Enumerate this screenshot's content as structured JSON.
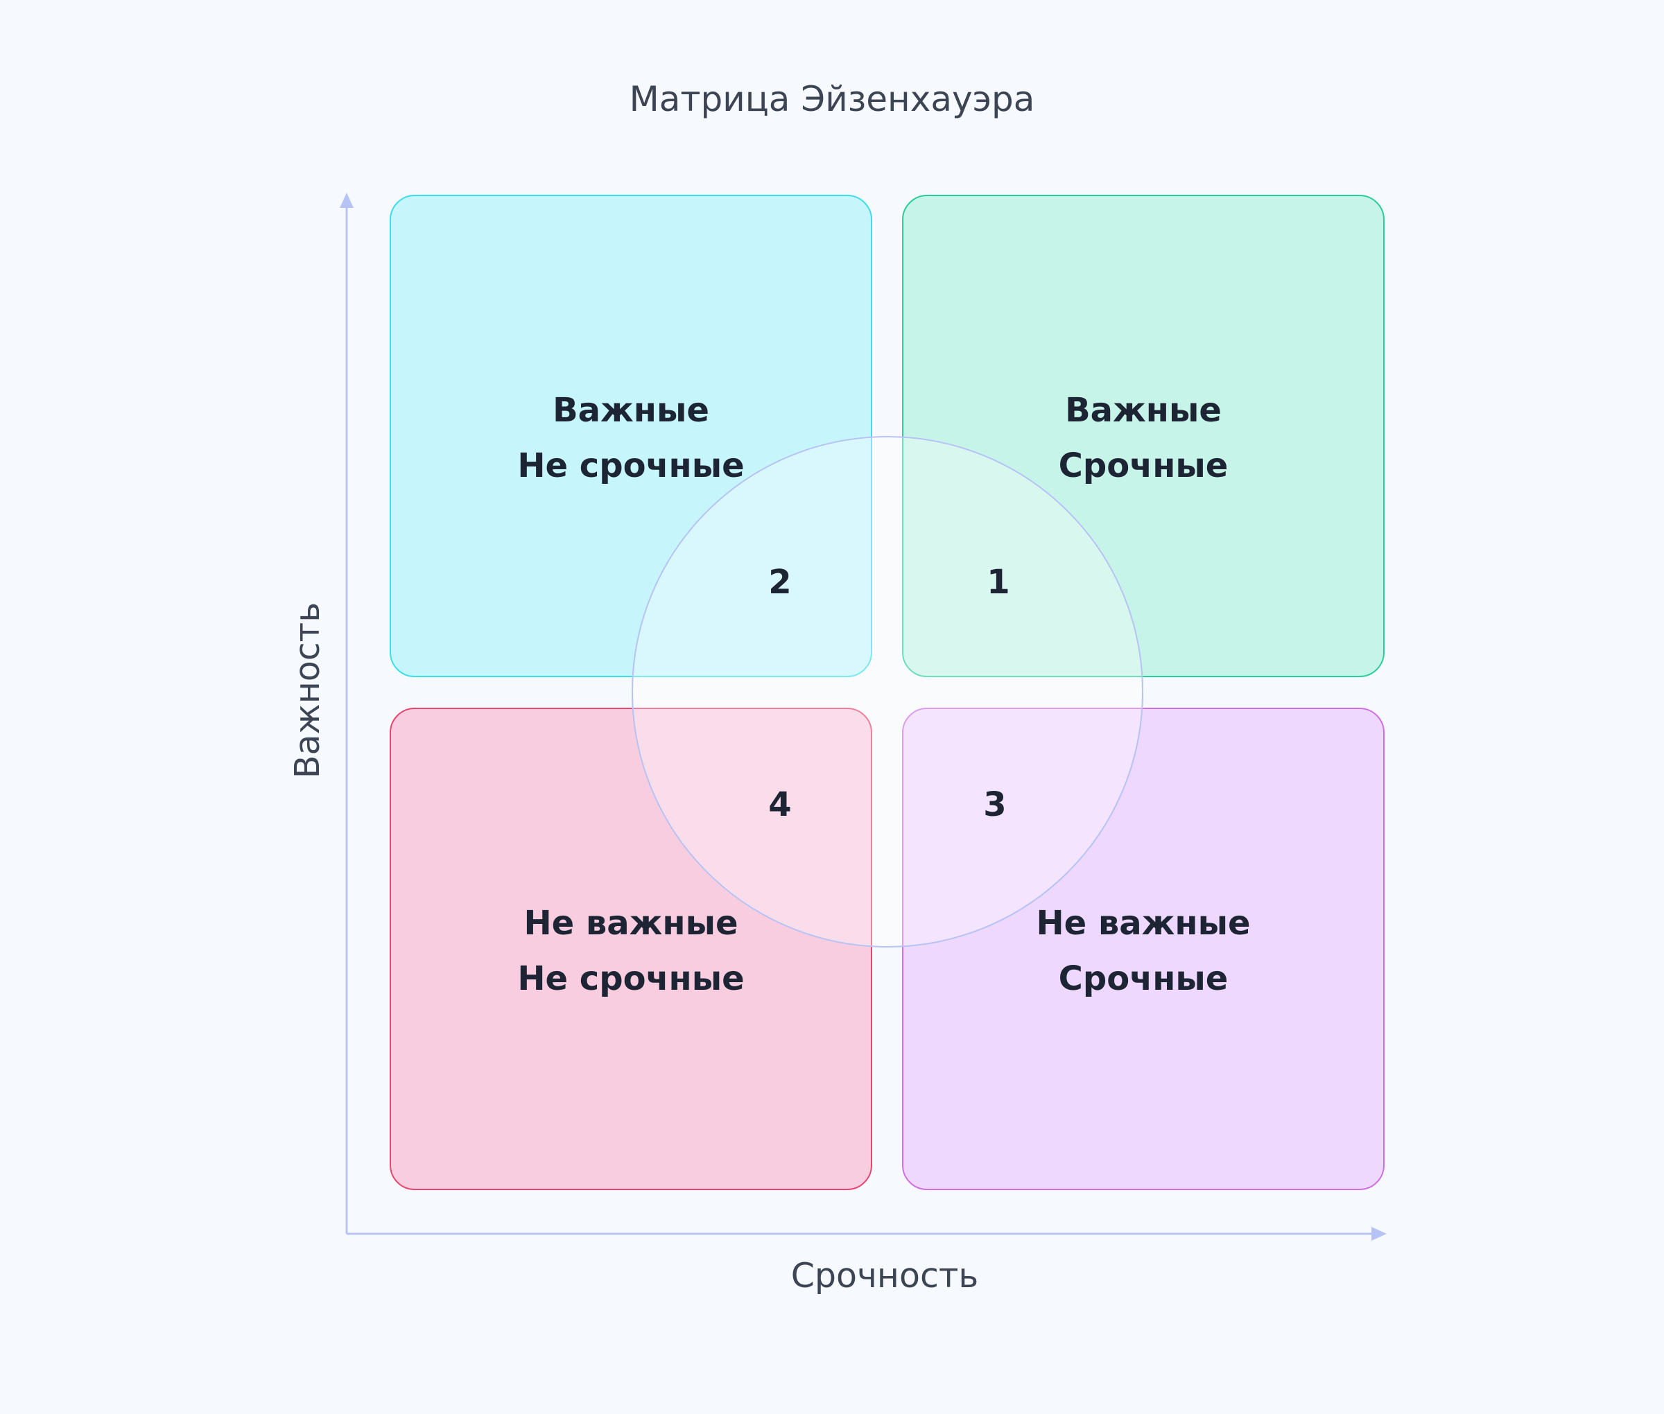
{
  "title": "Матрица Эйзенхауэра",
  "axes": {
    "x_label": "Срочность",
    "y_label": "Важность"
  },
  "quadrants": {
    "top_left": {
      "line1": "Важные",
      "line2": "Не срочные",
      "number": "2"
    },
    "top_right": {
      "line1": "Важные",
      "line2": "Срочные",
      "number": "1"
    },
    "bottom_left": {
      "line1": "Не важные",
      "line2": "Не срочные",
      "number": "4"
    },
    "bottom_right": {
      "line1": "Не важные",
      "line2": "Срочные",
      "number": "3"
    }
  },
  "colors": {
    "background": "#f6f9fd",
    "axis": "#b7c3f4",
    "top_left_fill": "#c6f5fc",
    "top_right_fill": "#c6f4e8",
    "bottom_left_fill": "#f8cde0",
    "bottom_right_fill": "#efd8fd"
  }
}
